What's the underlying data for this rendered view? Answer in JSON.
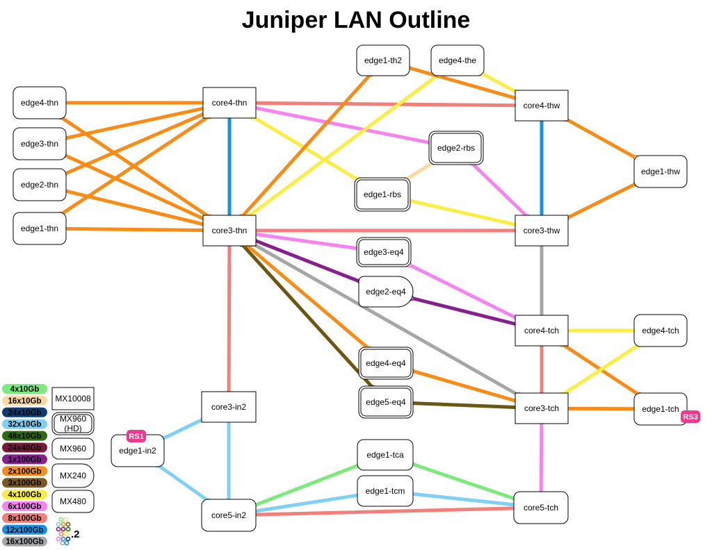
{
  "title": "Juniper LAN Outline",
  "colors": {
    "4x10Gb": "#7ce97c",
    "16x10Gb": "#fdd9a0",
    "24x10Gb": "#0b3d73",
    "32x10Gb": "#7fd0f5",
    "48x10Gb": "#2e6b0f",
    "24x40Gb": "#7a1a3a",
    "1x100Gb": "#86208e",
    "2x100Gb": "#f98c16",
    "3x100Gb": "#7a5a1d",
    "4x100Gb": "#fbee42",
    "6x100Gb": "#f683ef",
    "8x100Gb": "#f37f7a",
    "12x100Gb": "#1591e6",
    "16x100Gb": "#a6a6a6",
    "badge": "#ee3a8c",
    "olive": "#6c5614"
  },
  "nodes": {
    "edge4-thn": {
      "label": "edge4-thn",
      "shape": "round"
    },
    "edge3-thn": {
      "label": "edge3-thn",
      "shape": "round"
    },
    "edge2-thn": {
      "label": "edge2-thn",
      "shape": "round"
    },
    "edge1-thn": {
      "label": "edge1-thn",
      "shape": "round"
    },
    "core4-thn": {
      "label": "core4-thn",
      "shape": "rect"
    },
    "core3-thn": {
      "label": "core3-thn",
      "shape": "rect"
    },
    "edge1-th2": {
      "label": "edge1-th2",
      "shape": "round"
    },
    "edge4-the": {
      "label": "edge4-the",
      "shape": "round"
    },
    "edge2-rbs": {
      "label": "edge2-rbs",
      "shape": "double"
    },
    "edge1-rbs": {
      "label": "edge1-rbs",
      "shape": "double"
    },
    "core4-thw": {
      "label": "core4-thw",
      "shape": "rect"
    },
    "core3-thw": {
      "label": "core3-thw",
      "shape": "rect"
    },
    "edge1-thw": {
      "label": "edge1-thw",
      "shape": "round"
    },
    "edge3-eq4": {
      "label": "edge3-eq4",
      "shape": "double"
    },
    "edge2-eq4": {
      "label": "edge2-eq4",
      "shape": "d-shape"
    },
    "edge4-eq4": {
      "label": "edge4-eq4",
      "shape": "double"
    },
    "edge5-eq4": {
      "label": "edge5-eq4",
      "shape": "double"
    },
    "core4-tch": {
      "label": "core4-tch",
      "shape": "rect"
    },
    "core3-tch": {
      "label": "core3-tch",
      "shape": "rect"
    },
    "edge4-tch": {
      "label": "edge4-tch",
      "shape": "round"
    },
    "edge1-tch": {
      "label": "edge1-tch",
      "shape": "round"
    },
    "core3-in2": {
      "label": "core3-in2",
      "shape": "rect"
    },
    "edge1-in2": {
      "label": "edge1-in2",
      "shape": "round"
    },
    "core5-in2": {
      "label": "core5-in2",
      "shape": "round"
    },
    "edge1-tca": {
      "label": "edge1-tca",
      "shape": "round"
    },
    "edge1-tcm": {
      "label": "edge1-tcm",
      "shape": "round"
    },
    "core5-tch": {
      "label": "core5-tch",
      "shape": "round"
    }
  },
  "badges": {
    "rs1": "RS1",
    "rs3": "RS3"
  },
  "links": [
    {
      "a": "edge4-thn",
      "b": "core4-thn",
      "speed": "2x100Gb"
    },
    {
      "a": "edge3-thn",
      "b": "core4-thn",
      "speed": "2x100Gb"
    },
    {
      "a": "edge2-thn",
      "b": "core4-thn",
      "speed": "2x100Gb"
    },
    {
      "a": "edge1-thn",
      "b": "core4-thn",
      "speed": "2x100Gb"
    },
    {
      "a": "edge4-thn",
      "b": "core3-thn",
      "speed": "2x100Gb"
    },
    {
      "a": "edge3-thn",
      "b": "core3-thn",
      "speed": "2x100Gb"
    },
    {
      "a": "edge2-thn",
      "b": "core3-thn",
      "speed": "2x100Gb"
    },
    {
      "a": "edge1-thn",
      "b": "core3-thn",
      "speed": "2x100Gb"
    },
    {
      "a": "core4-thn",
      "b": "core3-thn",
      "speed": "12x100Gb"
    },
    {
      "a": "core4-thn",
      "b": "core4-thw",
      "speed": "8x100Gb"
    },
    {
      "a": "core3-thn",
      "b": "core3-thw",
      "speed": "8x100Gb"
    },
    {
      "a": "core4-thn",
      "b": "edge2-rbs",
      "speed": "6x100Gb"
    },
    {
      "a": "core4-thn",
      "b": "edge1-rbs",
      "speed": "4x100Gb"
    },
    {
      "a": "core3-thn",
      "b": "edge1-th2",
      "speed": "2x100Gb"
    },
    {
      "a": "core3-thn",
      "b": "edge4-the",
      "speed": "4x100Gb"
    },
    {
      "a": "edge1-th2",
      "b": "core4-thw",
      "speed": "2x100Gb"
    },
    {
      "a": "edge4-the",
      "b": "core4-thw",
      "speed": "4x100Gb"
    },
    {
      "a": "edge1-rbs",
      "b": "edge2-rbs",
      "speed": "16x10Gb"
    },
    {
      "a": "edge2-rbs",
      "b": "core3-thw",
      "speed": "6x100Gb"
    },
    {
      "a": "edge1-rbs",
      "b": "core3-thw",
      "speed": "4x100Gb"
    },
    {
      "a": "core4-thw",
      "b": "core3-thw",
      "speed": "12x100Gb"
    },
    {
      "a": "core4-thw",
      "b": "edge1-thw",
      "speed": "2x100Gb"
    },
    {
      "a": "core3-thw",
      "b": "edge1-thw",
      "speed": "2x100Gb"
    },
    {
      "a": "core3-thw",
      "b": "core4-tch",
      "speed": "16x100Gb"
    },
    {
      "a": "core3-thn",
      "b": "edge3-eq4",
      "speed": "6x100Gb"
    },
    {
      "a": "edge3-eq4",
      "b": "core4-tch",
      "speed": "6x100Gb"
    },
    {
      "a": "core3-thn",
      "b": "edge2-eq4",
      "speed": "1x100Gb"
    },
    {
      "a": "edge2-eq4",
      "b": "core4-tch",
      "speed": "1x100Gb"
    },
    {
      "a": "core3-thn",
      "b": "core3-tch",
      "speed": "16x100Gb"
    },
    {
      "a": "core3-thn",
      "b": "edge4-eq4",
      "speed": "2x100Gb"
    },
    {
      "a": "edge4-eq4",
      "b": "core3-tch",
      "speed": "2x100Gb"
    },
    {
      "a": "core3-thn",
      "b": "edge5-eq4",
      "speed": "3x100Gb"
    },
    {
      "a": "edge5-eq4",
      "b": "core3-tch",
      "speed": "3x100Gb"
    },
    {
      "a": "core4-tch",
      "b": "edge4-tch",
      "speed": "4x100Gb"
    },
    {
      "a": "core4-tch",
      "b": "edge1-tch",
      "speed": "2x100Gb"
    },
    {
      "a": "core4-tch",
      "b": "core3-tch",
      "speed": "8x100Gb"
    },
    {
      "a": "core3-tch",
      "b": "edge4-tch",
      "speed": "4x100Gb"
    },
    {
      "a": "core3-tch",
      "b": "edge1-tch",
      "speed": "2x100Gb"
    },
    {
      "a": "core3-tch",
      "b": "core5-tch",
      "speed": "6x100Gb"
    },
    {
      "a": "core3-thn",
      "b": "core3-in2",
      "speed": "8x100Gb"
    },
    {
      "a": "core3-in2",
      "b": "core5-in2",
      "speed": "32x10Gb"
    },
    {
      "a": "edge1-in2",
      "b": "core3-in2",
      "speed": "32x10Gb"
    },
    {
      "a": "edge1-in2",
      "b": "core5-in2",
      "speed": "32x10Gb"
    },
    {
      "a": "core5-in2",
      "b": "edge1-tca",
      "speed": "4x10Gb"
    },
    {
      "a": "edge1-tca",
      "b": "core5-tch",
      "speed": "4x10Gb"
    },
    {
      "a": "core5-in2",
      "b": "edge1-tcm",
      "speed": "32x10Gb"
    },
    {
      "a": "edge1-tcm",
      "b": "core5-tch",
      "speed": "32x10Gb"
    },
    {
      "a": "core5-in2",
      "b": "core5-tch",
      "speed": "8x100Gb"
    }
  ],
  "legend": {
    "speeds": [
      "4x10Gb",
      "16x10Gb",
      "24x10Gb",
      "32x10Gb",
      "48x10Gb",
      "24x40Gb",
      "1x100Gb",
      "2x100Gb",
      "3x100Gb",
      "4x100Gb",
      "6x100Gb",
      "8x100Gb",
      "12x100Gb",
      "16x100Gb"
    ],
    "types": [
      {
        "label": "MX10008",
        "shape": "rect"
      },
      {
        "label": "MX960",
        "sub": "(HD)",
        "shape": "double"
      },
      {
        "label": "MX960",
        "shape": "round"
      },
      {
        "label": "MX240",
        "shape": "d-shape"
      },
      {
        "label": "MX480",
        "shape": "round"
      }
    ],
    "lag_suffix": ".2"
  }
}
